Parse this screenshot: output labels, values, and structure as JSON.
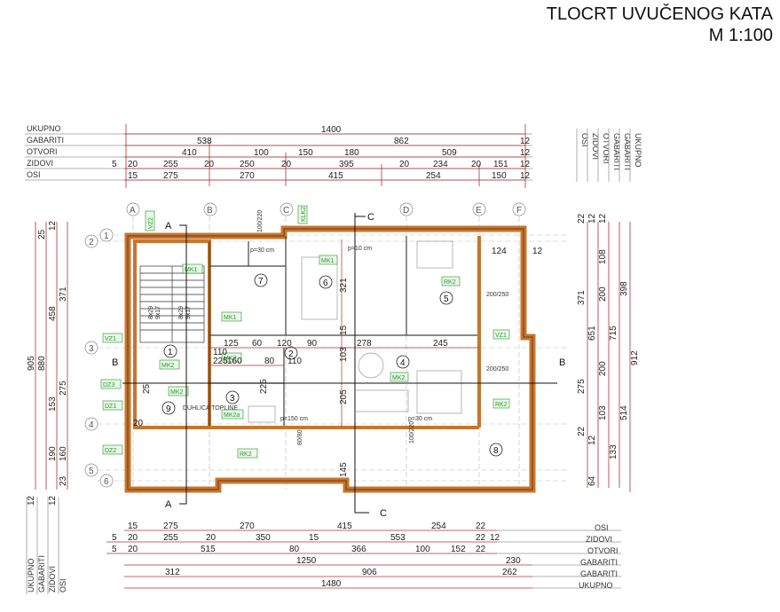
{
  "title": {
    "line1": "TLOCRT UVUČENOG KATA",
    "line2": "M 1:100"
  },
  "top_dims": {
    "row_labels": [
      "UKUPNO",
      "GABARITI",
      "OTVORI",
      "ZIDOVI",
      "OSI"
    ],
    "ukupno": [
      "1400"
    ],
    "gabariti": [
      "538",
      "862",
      "12"
    ],
    "otvori": [
      "410",
      "100",
      "150",
      "180",
      "509",
      "12"
    ],
    "zidovi": [
      "5",
      "20",
      "255",
      "20",
      "250",
      "20",
      "395",
      "20",
      "234",
      "20",
      "151",
      "12"
    ],
    "osi": [
      "15",
      "275",
      "270",
      "415",
      "254",
      "150",
      "12"
    ]
  },
  "right_vert_labels": [
    "OSI",
    "ZIDOVI",
    "OTVORI",
    "GABARITI",
    "GABARITI",
    "UKUPNO"
  ],
  "right_dims": [
    "22",
    "12",
    "12",
    "124",
    "12",
    "108",
    "371",
    "200",
    "398",
    "651",
    "715",
    "200",
    "912",
    "275",
    "103",
    "514",
    "22",
    "12",
    "133",
    "64"
  ],
  "left_vert_labels": [
    "UKUPNO",
    "GABARITI",
    "ZIDOVI",
    "OSI"
  ],
  "left_dims": [
    "25",
    "12",
    "371",
    "458",
    "905",
    "880",
    "153",
    "275",
    "190",
    "160",
    "23",
    "12",
    "12"
  ],
  "bottom_dims": {
    "row_labels": [
      "OSI",
      "ZIDOVI",
      "OTVORI",
      "GABARITI",
      "GABARITI",
      "UKUPNO"
    ],
    "osi": [
      "15",
      "275",
      "270",
      "415",
      "254",
      "22"
    ],
    "zidovi": [
      "5",
      "20",
      "255",
      "20",
      "350",
      "15",
      "553",
      "22",
      "12"
    ],
    "otvori": [
      "5",
      "20",
      "515",
      "80",
      "366",
      "100",
      "152",
      "22"
    ],
    "gabariti1": [
      "1250",
      "230"
    ],
    "gabariti2": [
      "312",
      "906",
      "262"
    ],
    "ukupno": [
      "1480"
    ]
  },
  "axes": {
    "columns": [
      "A",
      "B",
      "C",
      "D",
      "E",
      "F"
    ],
    "rows": [
      "1",
      "2",
      "3",
      "4",
      "5",
      "6"
    ]
  },
  "rooms": [
    "1",
    "2",
    "3",
    "4",
    "5",
    "6",
    "7",
    "8",
    "9"
  ],
  "sections": {
    "a": "A",
    "b": "B",
    "c": "C"
  },
  "tags": [
    "MK1",
    "MK1",
    "MK2",
    "MK2",
    "MK2",
    "MK2a",
    "MK2",
    "VZ1",
    "VZ1",
    "DZ1",
    "DZ2",
    "DZ3",
    "RK2",
    "RK2",
    "RK2",
    "VZ2",
    "KLK2",
    "MK1"
  ],
  "interior_dims": [
    "125",
    "60",
    "120",
    "278",
    "245",
    "160",
    "80",
    "110",
    "90",
    "103",
    "15",
    "321",
    "205",
    "145",
    "110",
    "225",
    "225",
    "20",
    "25"
  ],
  "window_marks": [
    "200/250",
    "200/250",
    "100/220",
    "100/220",
    "80/80",
    "p=30 cm",
    "p=30 cm",
    "p=10 cm",
    "p=150 cm"
  ],
  "stairs": [
    "8x29",
    "9x17",
    "8x29",
    "9x17"
  ],
  "note": "DUHLICA TOPLINE"
}
